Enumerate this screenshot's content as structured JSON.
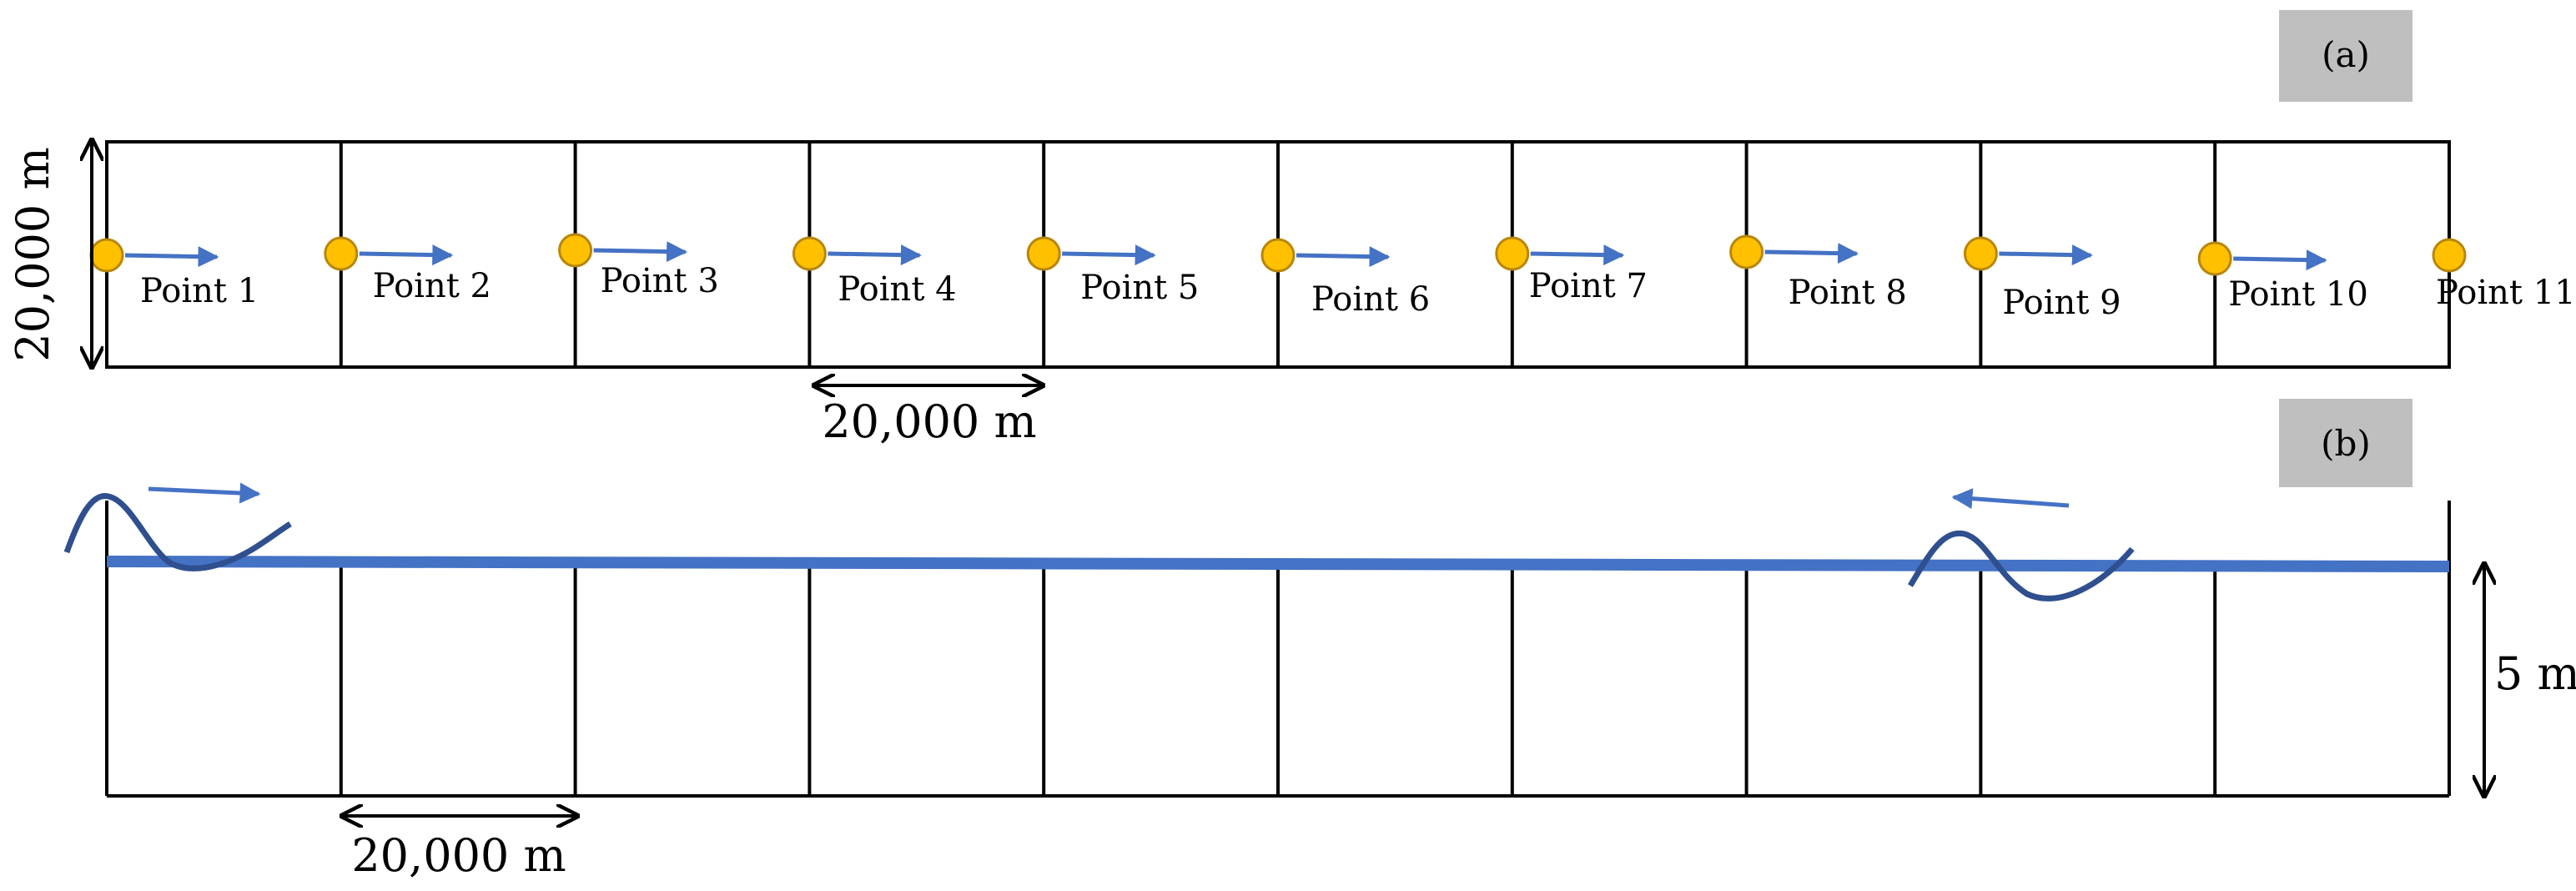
{
  "panel_a": {
    "label": "(a)",
    "cell_count": 10,
    "cell_size_label": "20,000 m",
    "height_label": "20,000 m",
    "points": [
      {
        "label": "Point 1",
        "arrow": true
      },
      {
        "label": "Point 2",
        "arrow": true
      },
      {
        "label": "Point 3",
        "arrow": true
      },
      {
        "label": "Point 4",
        "arrow": true
      },
      {
        "label": "Point 5",
        "arrow": true
      },
      {
        "label": "Point 6",
        "arrow": true
      },
      {
        "label": "Point 7",
        "arrow": true
      },
      {
        "label": "Point 8",
        "arrow": true
      },
      {
        "label": "Point 9",
        "arrow": true
      },
      {
        "label": "Point 10",
        "arrow": true
      },
      {
        "label": "Point 11",
        "arrow": false
      }
    ]
  },
  "panel_b": {
    "label": "(b)",
    "cell_count": 10,
    "cell_size_label": "20,000 m",
    "depth_label": "5 m",
    "waves": [
      {
        "direction": "right"
      },
      {
        "direction": "left"
      }
    ]
  },
  "colors": {
    "grid_line": "#000000",
    "point_fill": "#FFC000",
    "point_stroke": "#B8860B",
    "arrow": "#4472C4",
    "water_surface": "#4472C4",
    "wave": "#2F4F8F",
    "panel_label_bg": "#BFBFBF"
  }
}
